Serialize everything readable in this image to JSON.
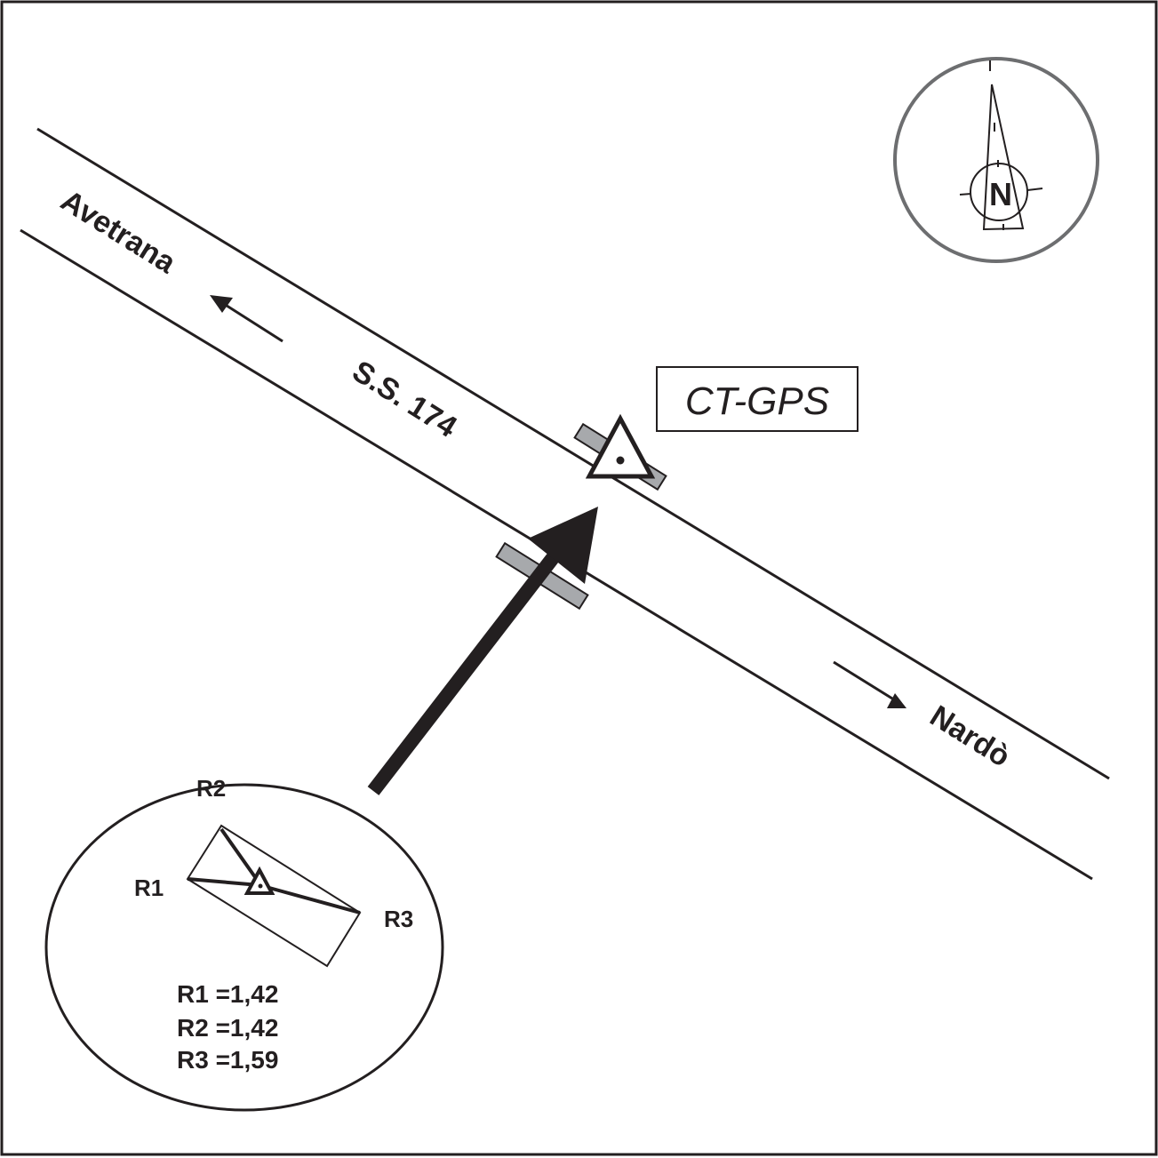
{
  "map": {
    "road": {
      "name": "S.S. 174",
      "direction_west": "Avetrana",
      "direction_east": "Nardò"
    },
    "station": {
      "label": "CT-GPS",
      "symbol": "triangle-with-dot"
    },
    "compass": {
      "letter": "N"
    },
    "inset": {
      "points": [
        "R1",
        "R2",
        "R3"
      ],
      "measurements": [
        {
          "name": "R1",
          "value": "1,42",
          "text": "R1 =1,42"
        },
        {
          "name": "R2",
          "value": "1,42",
          "text": "R2 =1,42"
        },
        {
          "name": "R3",
          "value": "1,59",
          "text": "R3 =1,59"
        }
      ]
    },
    "colors": {
      "ink": "#231f20",
      "frame": "#000000",
      "gray_marker": "#a7a9ac",
      "compass_ring": "#6d6e70",
      "background": "#ffffff"
    }
  }
}
